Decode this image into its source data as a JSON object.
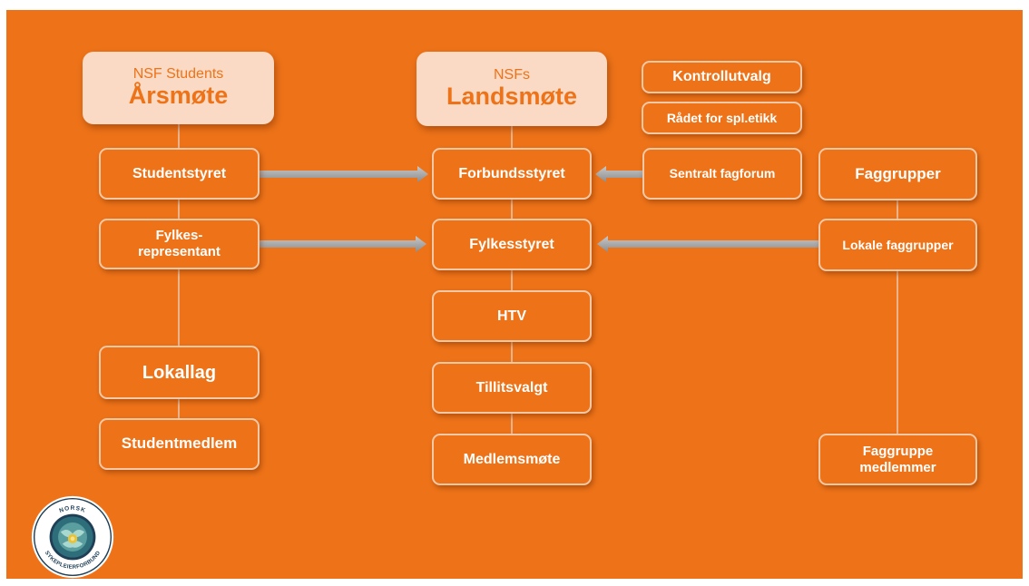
{
  "top": {
    "arsmote": {
      "subtitle": "NSF Students",
      "title": "Årsmøte"
    },
    "landsmote": {
      "subtitle": "NSFs",
      "title": "Landsmøte"
    }
  },
  "boxes": {
    "studentstyret": "Studentstyret",
    "fylkesrepresentant_line1": "Fylkes-",
    "fylkesrepresentant_line2": "representant",
    "lokallag": "Lokallag",
    "studentmedlem": "Studentmedlem",
    "forbundsstyret": "Forbundsstyret",
    "fylkesstyret": "Fylkesstyret",
    "htv": "HTV",
    "tillitsvalgt": "Tillitsvalgt",
    "medlemsmote": "Medlemsmøte",
    "kontrollutvalg": "Kontrollutvalg",
    "radet": "Rådet for spl.etikk",
    "sentralt_fagforum": "Sentralt fagforum",
    "faggrupper": "Faggrupper",
    "lokale_faggrupper": "Lokale faggrupper",
    "faggruppe_medlemmer_line1": "Faggruppe",
    "faggruppe_medlemmer_line2": "medlemmer"
  },
  "logo": {
    "top_text": "NORSK",
    "bottom_text": "SYKEPLEIERFORBUND"
  },
  "colors": {
    "background": "#ee7318",
    "box_border": "#f6c9a6",
    "top_box_fill": "#fadac4",
    "arrow": "#a9a9a9",
    "line": "#e9b48c"
  }
}
